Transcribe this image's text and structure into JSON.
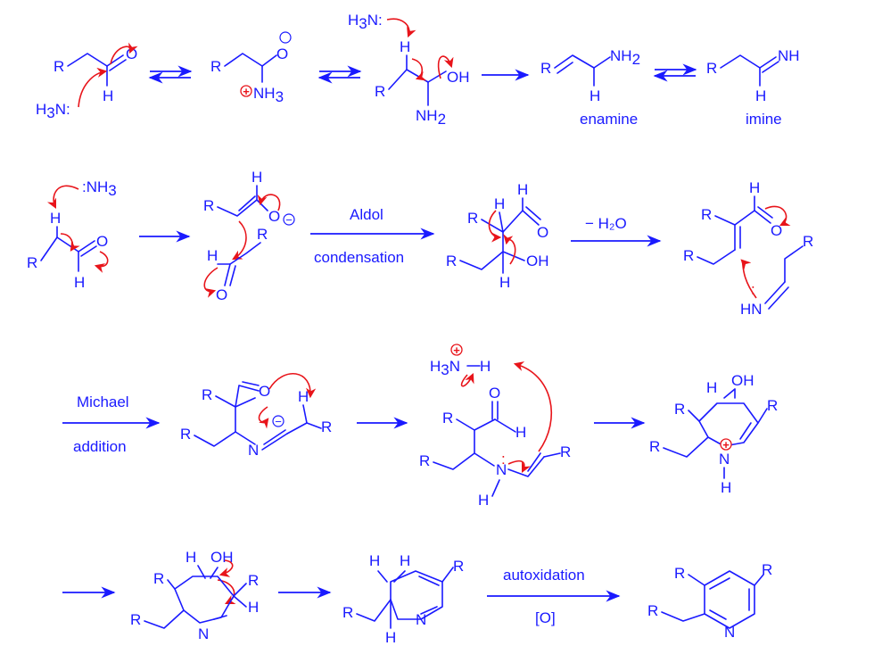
{
  "colors": {
    "structure": "#1a1aff",
    "electron_arrows": "#e8141a"
  },
  "labels": {
    "enamine": "enamine",
    "imine": "imine",
    "aldol_top": "Aldol",
    "aldol_bottom": "condensation",
    "dehydration": "− H₂O",
    "michael_top": "Michael",
    "michael_bottom": "addition",
    "autox_top": "autoxidation",
    "autox_bottom": "[O]"
  },
  "atoms": {
    "R": "R",
    "O": "O",
    "H": "H",
    "N": "N",
    "OH": "OH",
    "NH2": "NH",
    "NH3": "NH",
    "H3N": "H",
    "NH": "NH",
    "HN": "HN",
    "sub2": "2",
    "sub3": "3",
    "lone_pair": ":",
    "NH3_ammonia": ":NH"
  },
  "charges": {
    "plus": "+",
    "minus": "−"
  }
}
